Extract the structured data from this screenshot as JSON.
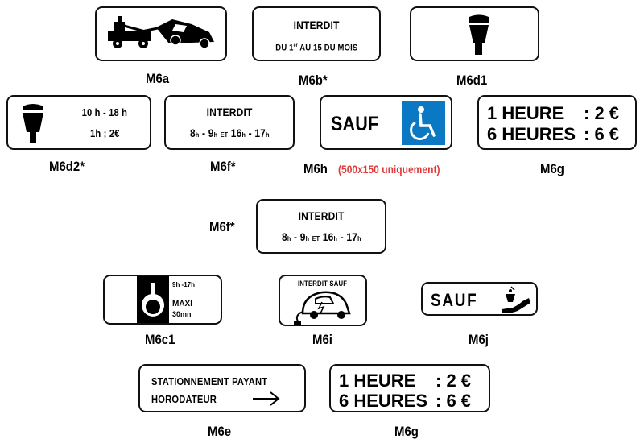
{
  "signs": {
    "m6a": {
      "code": "M6a"
    },
    "m6b": {
      "code": "M6b*",
      "line1": "INTERDIT",
      "line2_pre": "DU 1",
      "line2_sup": "er",
      "line2_mid": "AU 15",
      "line2_post": "DU MOIS"
    },
    "m6d1": {
      "code": "M6d1"
    },
    "m6d2": {
      "code": "M6d2*",
      "line1": "10 h - 18 h",
      "line2": "1h ; 2€"
    },
    "m6f_a": {
      "code": "M6f*",
      "line1": "INTERDIT",
      "h1": "8",
      "h2": "9",
      "et": "ET",
      "h3": "16",
      "h4": "17"
    },
    "m6h": {
      "code": "M6h",
      "note": "(500x150 uniquement)",
      "text": "SAUF",
      "accent": "#0a78c2"
    },
    "m6g_a": {
      "code": "M6g",
      "row1_label": "1 HEURE",
      "row1_value": ": 2 €",
      "row2_label": "6 HEURES",
      "row2_value": ": 6 €"
    },
    "m6f_b": {
      "code": "M6f*",
      "line1": "INTERDIT",
      "h1": "8",
      "h2": "9",
      "et": "ET",
      "h3": "16",
      "h4": "17"
    },
    "m6c1": {
      "code": "M6c1",
      "line1": "9h -17h",
      "line2": "MAXI",
      "line3": "30mn"
    },
    "m6i": {
      "code": "M6i",
      "text": "INTERDIT SAUF"
    },
    "m6j": {
      "code": "M6j",
      "text": "SAUF"
    },
    "m6e": {
      "code": "M6e",
      "line1": "STATIONNEMENT PAYANT",
      "line2": "HORODATEUR"
    },
    "m6g_b": {
      "code": "M6g",
      "row1_label": "1 HEURE",
      "row1_value": ": 2 €",
      "row2_label": "6 HEURES",
      "row2_value": ": 6 €"
    }
  },
  "hour_unit": "h"
}
